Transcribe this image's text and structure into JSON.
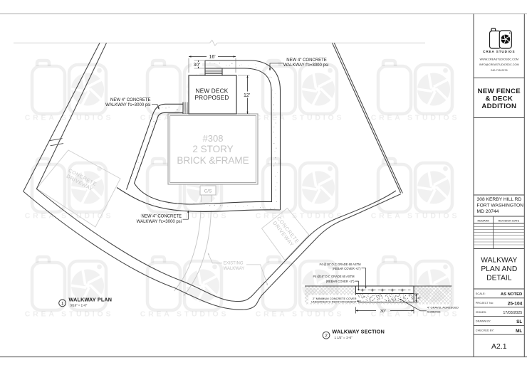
{
  "watermark": {
    "text": "CREA STUDIOS"
  },
  "plan": {
    "drawing_number": "1",
    "title": "WALKWAY PLAN",
    "scale": "3/16\" = 1'-0\"",
    "walkway_note_line1": "NEW 4\" CONCRETE",
    "walkway_note_line2": "WALKWAY f'c=3000 psi",
    "deck_label_line1": "NEW DECK",
    "deck_label_line2": "PROPOSED",
    "house_label_line1": "#308",
    "house_label_line2": "2 STORY",
    "house_label_line3": "BRICK &FRAME",
    "driveway_label_line1": "CONCRETE",
    "driveway_label_line2": "DRIVEWAY",
    "existing_walkway_line1": "EXISTING",
    "existing_walkway_line2": "WALKWAY",
    "cs_label": "C/S",
    "dim_deck_width": "16'",
    "dim_walkway_width": "30\"",
    "dim_deck_depth": "12'"
  },
  "section": {
    "drawing_number": "2",
    "title": "WALKWAY SECTION",
    "scale": "1 1/2\" = 1'-0\"",
    "rebar_top_line1": "#4 @18\" O.C GRADE 60 ASTM",
    "rebar_top_line2": "(REBAR COVER +2\")",
    "rebar_bottom_line1": "#4 @16\" O.C GRADE 60 ASTM",
    "rebar_bottom_line2": "(REBAR COVER +2\")",
    "cover_note_line1": "2\" MINIMUM CONCRETE COVER",
    "cover_note_line2": "UNDERNEATH REINFORCEMENT",
    "gravel_note_line1": "4\" GRAVEL AGREEGED",
    "gravel_note_line2": "SUBBASE",
    "dim_width": "30\"",
    "dim_gravel": "4\""
  },
  "title_block": {
    "logo_text": "CREA STUDIOS",
    "website": "WWW.CREASTUDIOSDC.COM",
    "email": "INFO@CREASTUDIOSDC.COM",
    "phone": "240-715-2976",
    "project_title_line1": "NEW FENCE",
    "project_title_line2": "& DECK",
    "project_title_line3": "ADDITION",
    "address_line1": "308 KERBY HILL RD",
    "address_line2": "FORT WASHINGTON",
    "address_line3": "MD 20744",
    "remark_header": "REMARK",
    "revision_header": "REVISION DATE",
    "drawing_title_line1": "WALKWAY",
    "drawing_title_line2": "PLAN AND",
    "drawing_title_line3": "DETAIL",
    "rows": [
      {
        "label": "SCALE:",
        "value": "AS NOTED"
      },
      {
        "label": "PROJECT No:",
        "value": "25-104"
      },
      {
        "label": "ISSUED:",
        "value": "17/03/2025"
      },
      {
        "label": "DRAWN BY:",
        "value": "SL"
      },
      {
        "label": "CHECKED BY:",
        "value": "ML"
      }
    ],
    "sheet_number": "A2.1"
  }
}
